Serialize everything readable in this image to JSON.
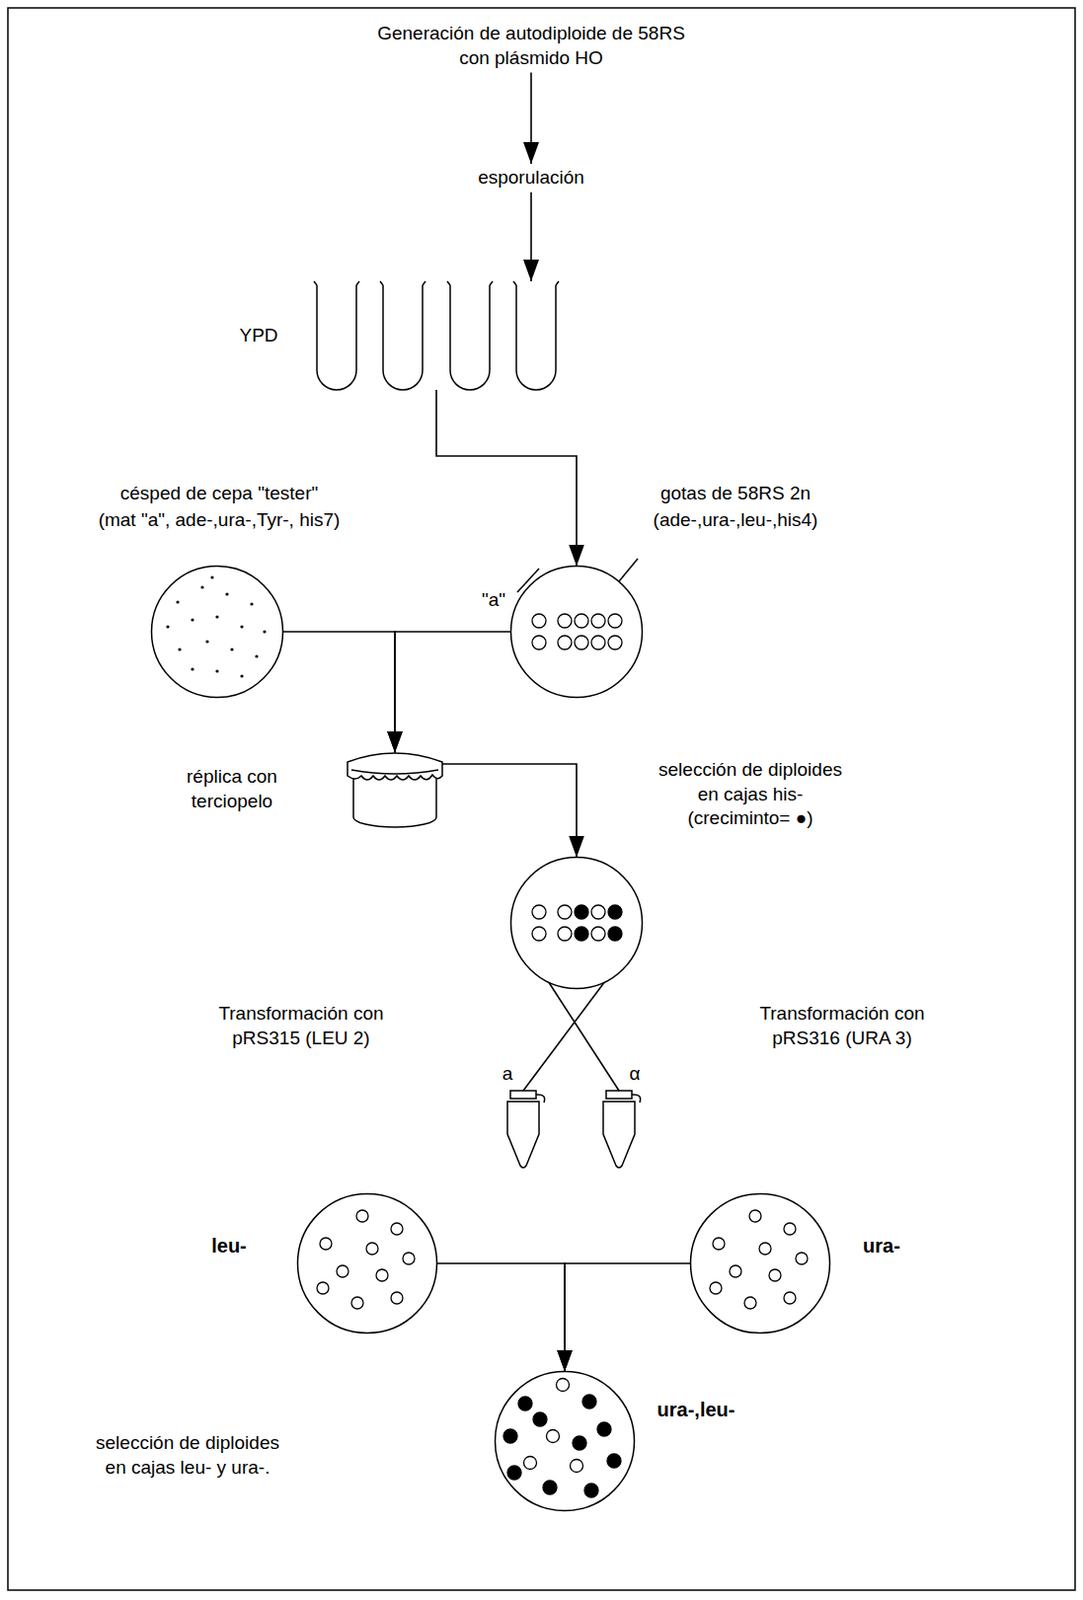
{
  "diagram": {
    "nodes": [
      {
        "text": [
          "Generación de autodiploide de 58RS con plásmido HO"
        ]
      },
      {
        "text": [
          "esporulación"
        ]
      },
      {
        "text": [
          "YPD"
        ]
      },
      {
        "text": [
          "césped de cepa \"tester\"",
          "(mat \"a\", ade-,ura-,Tyr-, his7)"
        ]
      },
      {
        "text": [
          "gotas de 58RS 2n",
          "(ade-,ura-,leu-,his4)"
        ]
      },
      {
        "text": [
          "réplica con terciopelo"
        ]
      },
      {
        "text": [
          "selección de diploides en cajas his- (creciminto= ●)"
        ]
      },
      {
        "text": [
          "a"
        ]
      },
      {
        "text": [
          "α"
        ]
      },
      {
        "text": [
          "leu-"
        ]
      },
      {
        "text": [
          "ura-"
        ]
      },
      {
        "text": [
          "ura-,leu-",
          "selección de diploides en cajas leu- y ura-."
        ]
      }
    ],
    "edges": [
      {
        "from": 0,
        "to": 1,
        "arrow": "to"
      },
      {
        "from": 1,
        "to": 2,
        "arrow": "to"
      },
      {
        "from": 2,
        "to": 4,
        "arrow": "to"
      },
      {
        "from": 3,
        "to": 5,
        "arrow": "to"
      },
      {
        "from": 4,
        "to": 5,
        "arrow": "to"
      },
      {
        "from": 5,
        "to": 6,
        "arrow": "to"
      },
      {
        "from": 6,
        "to": 7,
        "arrow": "none"
      },
      {
        "from": 6,
        "to": 8,
        "arrow": "none"
      },
      {
        "from": 9,
        "to": 11,
        "arrow": "to"
      },
      {
        "from": 10,
        "to": 11,
        "arrow": "to"
      }
    ],
    "labels": [
      "\"a\"",
      "Transformación con pRS315 (LEU 2)",
      "Transformación con pRS316 (URA 3)"
    ]
  }
}
